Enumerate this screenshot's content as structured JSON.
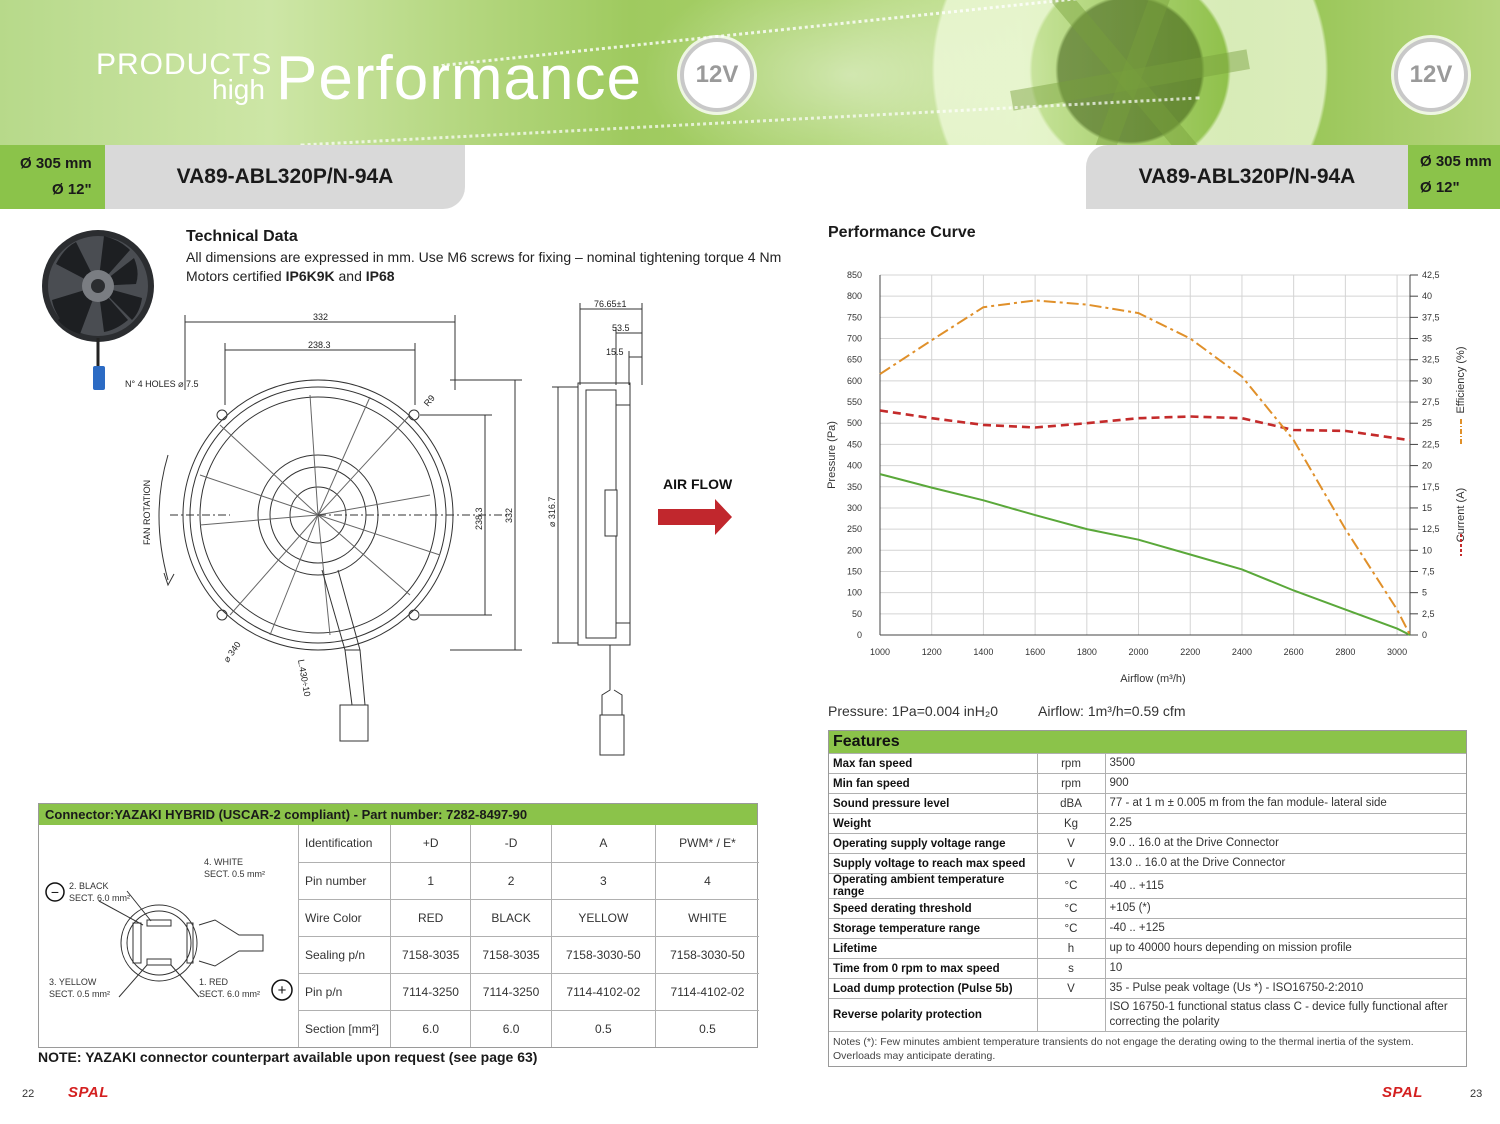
{
  "banner": {
    "products": "PRODUCTS",
    "high": "high",
    "performance": "Performance",
    "voltage_left": "12V",
    "voltage_right": "12V"
  },
  "model": {
    "name_left": "VA89-ABL320P/N-94A",
    "name_right": "VA89-ABL320P/N-94A",
    "diameter_mm": "Ø 305 mm",
    "diameter_in": "Ø 12\""
  },
  "technical": {
    "title": "Technical Data",
    "line1": "All dimensions are expressed in mm. Use M6 screws for fixing – nominal tightening torque 4 Nm",
    "line2_prefix": "Motors certified ",
    "cert1": "IP6K9K",
    "line2_and": " and ",
    "cert2": "IP68"
  },
  "drawing": {
    "dim_332_top": "332",
    "dim_2383_top": "238.3",
    "holes": "N° 4 HOLES ⌀ 7.5",
    "r9": "R9",
    "fan_rotation": "FAN ROTATION",
    "dim_2383_side": "238.3",
    "dim_332_side": "332",
    "dim_340": "⌀ 340",
    "cable": "L.430÷10",
    "dim_7665": "76.65±1",
    "dim_535": "53.5",
    "dim_155": "15.5",
    "dim_3167": "⌀ 316.7",
    "air_flow": "AIR FLOW"
  },
  "connector": {
    "header": "Connector:YAZAKI HYBRID (USCAR-2 compliant) - Part number: 7282-8497-90",
    "pins": {
      "white": "4. WHITE",
      "white_sect": "SECT. 0.5 mm²",
      "black": "2. BLACK",
      "black_sect": "SECT. 6.0 mm²",
      "yellow": "3. YELLOW",
      "yellow_sect": "SECT. 0.5 mm²",
      "red": "1. RED",
      "red_sect": "SECT. 6.0 mm²",
      "minus": "−",
      "plus": "+"
    },
    "rows": [
      {
        "label": "Identification",
        "cells": [
          "+D",
          "-D",
          "A",
          "PWM* / E*"
        ]
      },
      {
        "label": "Pin number",
        "cells": [
          "1",
          "2",
          "3",
          "4"
        ]
      },
      {
        "label": "Wire Color",
        "cells": [
          "RED",
          "BLACK",
          "YELLOW",
          "WHITE"
        ]
      },
      {
        "label": "Sealing p/n",
        "cells": [
          "7158-3035",
          "7158-3035",
          "7158-3030-50",
          "7158-3030-50"
        ]
      },
      {
        "label": "Pin p/n",
        "cells": [
          "7114-3250",
          "7114-3250",
          "7114-4102-02",
          "7114-4102-02"
        ]
      },
      {
        "label": "Section [mm²]",
        "cells": [
          "6.0",
          "6.0",
          "0.5",
          "0.5"
        ]
      }
    ],
    "note": "NOTE: YAZAKI connector counterpart available upon request (see page 63)"
  },
  "performance": {
    "title": "Performance Curve",
    "units_pressure": "Pressure: 1Pa=0.004 inH₂0",
    "units_airflow": "Airflow: 1m³/h=0.59 cfm"
  },
  "chart_data": {
    "type": "line",
    "title": "Performance Curve",
    "xlabel": "Airflow (m³/h)",
    "ylabel": "Pressure (Pa)",
    "y2label_efficiency": "Efficiency (%)",
    "y2label_current": "Current (A)",
    "xlim": [
      1000,
      3050
    ],
    "ylim": [
      0,
      850
    ],
    "y2lim": [
      0,
      42.5
    ],
    "x_ticks": [
      1000,
      1200,
      1400,
      1600,
      1800,
      2000,
      2200,
      2400,
      2600,
      2800,
      3000
    ],
    "y_ticks": [
      0,
      50,
      100,
      150,
      200,
      250,
      300,
      350,
      400,
      450,
      500,
      550,
      600,
      650,
      700,
      750,
      800,
      850
    ],
    "y2_ticks": [
      "0",
      "2,5",
      "5",
      "7,5",
      "10",
      "12,5",
      "15",
      "17,5",
      "20",
      "22,5",
      "25",
      "27,5",
      "30",
      "32,5",
      "35",
      "37,5",
      "40",
      "42,5"
    ],
    "y2_tick_values": [
      0,
      2.5,
      5,
      7.5,
      10,
      12.5,
      15,
      17.5,
      20,
      22.5,
      25,
      27.5,
      30,
      32.5,
      35,
      37.5,
      40,
      42.5
    ],
    "grid": true,
    "series": [
      {
        "name": "Pressure (Pa)",
        "axis": "left",
        "color": "#5aa83a",
        "style": "solid",
        "x": [
          1000,
          1200,
          1400,
          1600,
          1800,
          2000,
          2200,
          2400,
          2600,
          2800,
          3000,
          3050
        ],
        "y": [
          380,
          348,
          318,
          283,
          250,
          225,
          190,
          155,
          105,
          60,
          15,
          0
        ]
      },
      {
        "name": "Current (A)",
        "axis": "right",
        "color": "#c42b2b",
        "style": "dashed",
        "x": [
          1000,
          1200,
          1400,
          1600,
          1800,
          2000,
          2200,
          2400,
          2600,
          2800,
          3050
        ],
        "y": [
          26.5,
          25.6,
          24.8,
          24.5,
          25,
          25.6,
          25.8,
          25.6,
          24.2,
          24.1,
          23
        ]
      },
      {
        "name": "Efficiency (%)",
        "axis": "right",
        "color": "#e0902a",
        "style": "dashdot",
        "x": [
          1000,
          1200,
          1400,
          1600,
          1800,
          2000,
          2200,
          2400,
          2600,
          2800,
          3000,
          3050
        ],
        "y": [
          30.8,
          34.8,
          38.7,
          39.5,
          39,
          38,
          35,
          30.5,
          23,
          12.5,
          3,
          0
        ]
      }
    ]
  },
  "features": {
    "title": "Features",
    "rows": [
      {
        "name": "Max fan speed",
        "unit": "rpm",
        "value": "3500"
      },
      {
        "name": "Min fan speed",
        "unit": "rpm",
        "value": "900"
      },
      {
        "name": "Sound pressure level",
        "unit": "dBA",
        "value": "77 - at 1 m ± 0.005 m from the fan module- lateral side"
      },
      {
        "name": "Weight",
        "unit": "Kg",
        "value": "2.25"
      },
      {
        "name": "Operating supply voltage range",
        "unit": "V",
        "value": "9.0 .. 16.0 at the Drive Connector"
      },
      {
        "name": "Supply voltage to reach max speed",
        "unit": "V",
        "value": "13.0 .. 16.0 at the Drive Connector"
      },
      {
        "name": "Operating ambient temperature range",
        "unit": "°C",
        "value": "-40 .. +115"
      },
      {
        "name": "Speed derating threshold",
        "unit": "°C",
        "value": "+105 (*)"
      },
      {
        "name": "Storage temperature range",
        "unit": "°C",
        "value": "-40 .. +125"
      },
      {
        "name": "Lifetime",
        "unit": "h",
        "value": "up to 40000 hours depending on mission profile"
      },
      {
        "name": "Time from 0 rpm to max speed",
        "unit": "s",
        "value": "10"
      },
      {
        "name": "Load dump protection (Pulse 5b)",
        "unit": "V",
        "value": "35 - Pulse peak voltage (Us *) - ISO16750-2:2010"
      },
      {
        "name": "Reverse polarity protection",
        "unit": "",
        "value": "ISO 16750-1 functional status class C - device fully functional after correcting the polarity"
      }
    ],
    "notes": "Notes (*): Few minutes ambient temperature transients do not engage the derating owing to the thermal inertia of the system. Overloads may anticipate derating."
  },
  "footer": {
    "page_left": "22",
    "page_right": "23",
    "logo": "SPAL"
  }
}
